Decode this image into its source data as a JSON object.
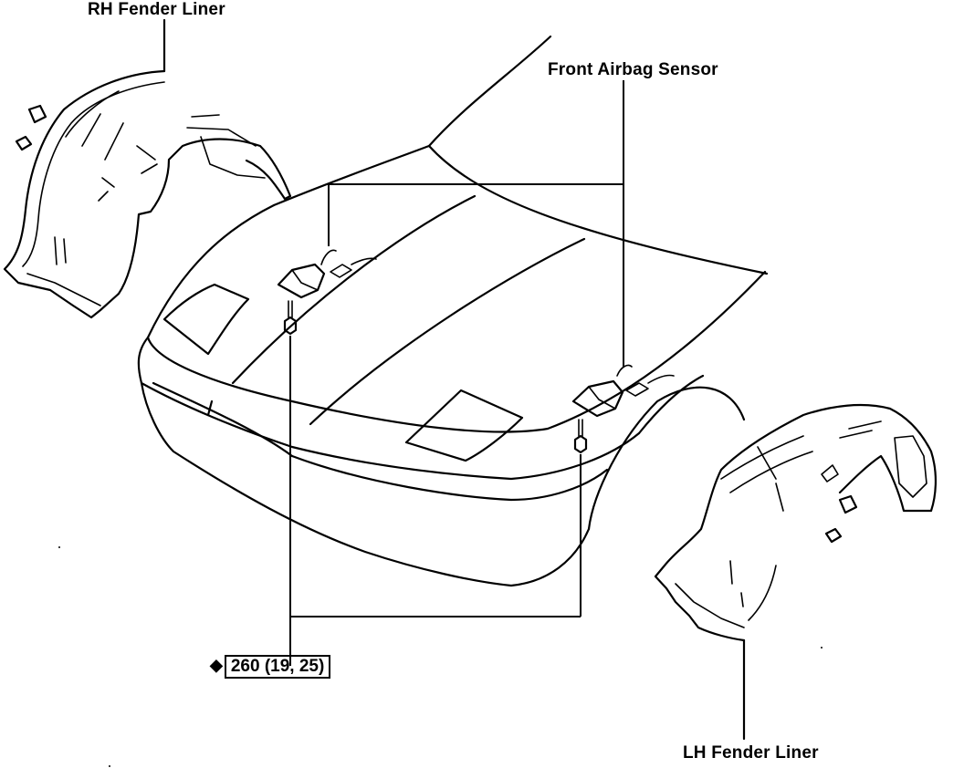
{
  "labels": {
    "rh_fender_liner": "RH Fender Liner",
    "front_airbag_sensor": "Front Airbag Sensor",
    "lh_fender_liner": "LH Fender Liner"
  },
  "torque_spec": {
    "symbol": "◆",
    "value": "260 (19, 25)"
  },
  "colors": {
    "line": "#000000",
    "background": "#ffffff"
  }
}
